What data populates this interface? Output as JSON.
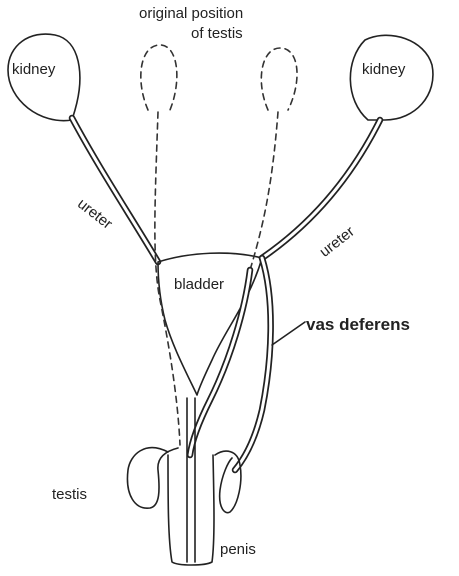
{
  "labels": {
    "original_position": "original position",
    "of_testis": "of testis",
    "kidney_left": "kidney",
    "kidney_right": "kidney",
    "ureter_left": "ureter",
    "ureter_right": "ureter",
    "bladder": "bladder",
    "vas_deferens": "vas deferens",
    "testis": "testis",
    "penis": "penis"
  }
}
